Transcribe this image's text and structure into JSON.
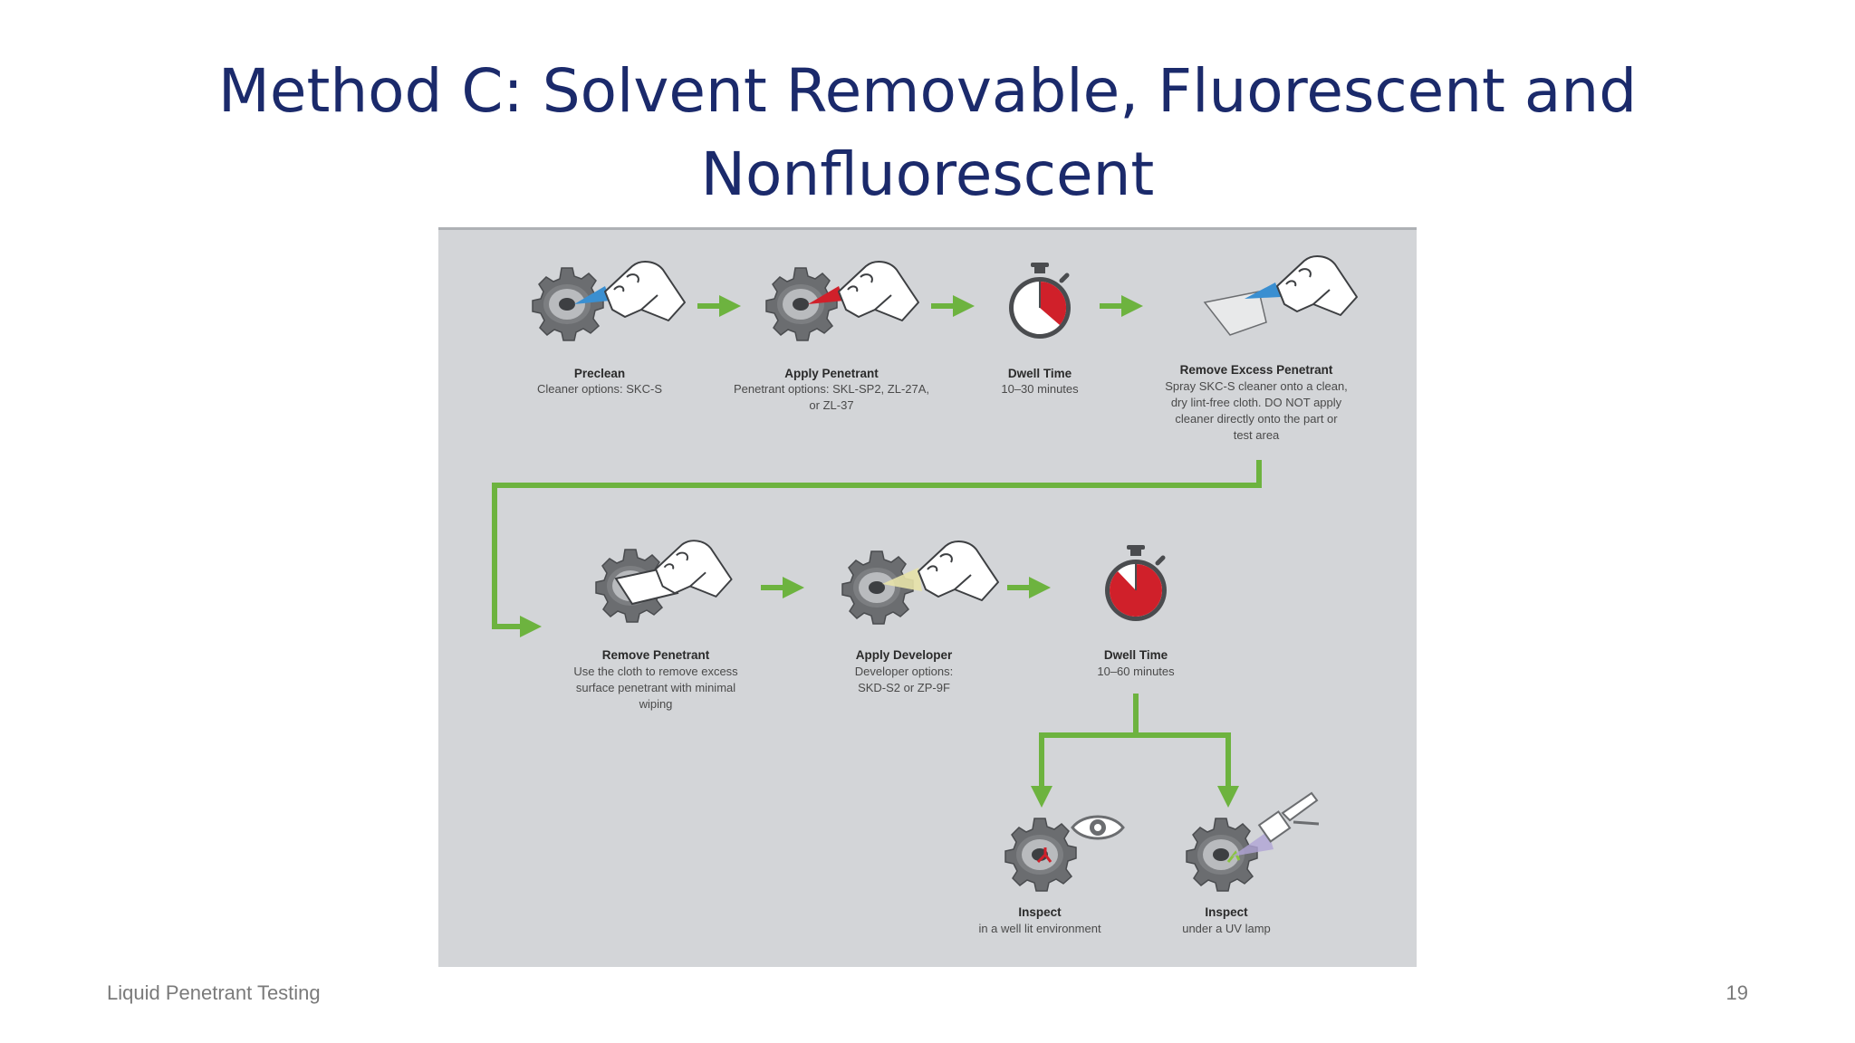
{
  "slide": {
    "title_line1": "Method C: Solvent Removable, Fluorescent and",
    "title_line2": "Nonfluorescent",
    "footer_left": "Liquid Penetrant Testing",
    "page_number": "19"
  },
  "colors": {
    "title": "#1b2a6b",
    "arrow": "#6db33f",
    "panel": "#d3d5d8",
    "timer_red": "#d0202a",
    "cleaner_blue": "#3a8fd1",
    "penetrant_red": "#d0202a"
  },
  "steps": [
    {
      "id": "preclean",
      "icon": "gear-spray-icon",
      "title": "Preclean",
      "lines": [
        "Cleaner options: SKC-S"
      ]
    },
    {
      "id": "apply-penetrant",
      "icon": "gear-spray-icon",
      "title": "Apply Penetrant",
      "lines": [
        "Penetrant options: SKL-SP2, ZL-27A,",
        "or ZL-37"
      ]
    },
    {
      "id": "dwell-time-1",
      "icon": "stopwatch-icon",
      "title": "Dwell Time",
      "lines": [
        "10–30 minutes"
      ]
    },
    {
      "id": "remove-excess",
      "icon": "cloth-spray-icon",
      "title": "Remove Excess Penetrant",
      "lines": [
        "Spray SKC-S cleaner onto a clean,",
        "dry lint-free cloth. DO NOT apply",
        "cleaner directly onto the part or",
        "test area"
      ]
    },
    {
      "id": "remove-penetrant",
      "icon": "gear-wipe-icon",
      "title": "Remove Penetrant",
      "lines": [
        "Use the cloth to remove excess",
        "surface penetrant with minimal",
        "wiping"
      ]
    },
    {
      "id": "apply-developer",
      "icon": "gear-spray-icon",
      "title": "Apply Developer",
      "lines": [
        "Developer options:",
        "SKD-S2 or ZP-9F"
      ]
    },
    {
      "id": "dwell-time-2",
      "icon": "stopwatch-icon",
      "title": "Dwell Time",
      "lines": [
        "10–60 minutes"
      ]
    },
    {
      "id": "inspect-visible",
      "icon": "gear-eye-icon",
      "title": "Inspect",
      "lines": [
        "in a well lit environment"
      ]
    },
    {
      "id": "inspect-uv",
      "icon": "gear-uv-lamp-icon",
      "title": "Inspect",
      "lines": [
        "under a UV lamp"
      ]
    }
  ]
}
